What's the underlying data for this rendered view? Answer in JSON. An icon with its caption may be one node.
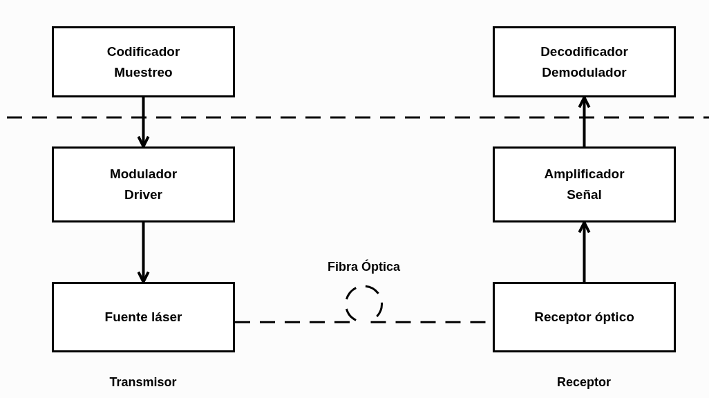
{
  "diagram": {
    "nodes": [
      {
        "text": [
          "Codificador Muestreo"
        ]
      },
      {
        "text": [
          "Decodificador Demodulador"
        ]
      },
      {
        "text": [
          "Modulador Driver"
        ]
      },
      {
        "text": [
          "Amplificador Señal"
        ]
      },
      {
        "text": [
          "Fuente láser"
        ]
      },
      {
        "text": [
          "Receptor óptico"
        ]
      }
    ],
    "edges": [
      {
        "from": 0,
        "to": 2,
        "arrow": "to"
      },
      {
        "from": 2,
        "to": 4,
        "arrow": "to"
      },
      {
        "from": 4,
        "to": 5,
        "arrow": "none",
        "style": "dashed",
        "label": "Fibra Óptica"
      },
      {
        "from": 5,
        "to": 3,
        "arrow": "to"
      },
      {
        "from": 3,
        "to": 1,
        "arrow": "to"
      }
    ],
    "labels": [
      "Transmisor",
      "Receptor"
    ]
  }
}
